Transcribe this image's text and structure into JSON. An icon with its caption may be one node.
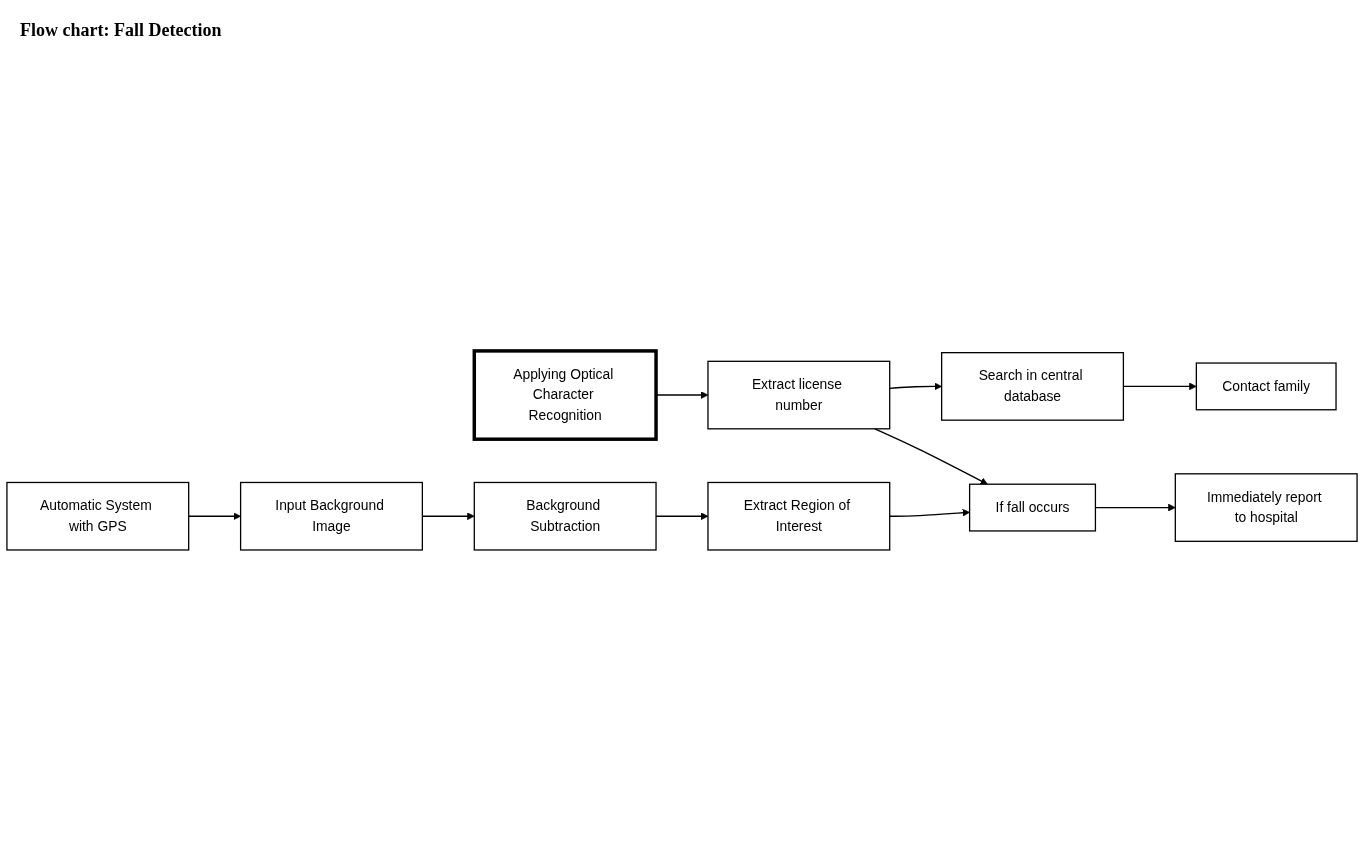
{
  "diagram": {
    "title": "Flow chart: Fall Detection",
    "nodes": [
      {
        "text": [
          "Applying Optical Character Recognition"
        ]
      },
      {
        "text": [
          "Contact family"
        ]
      },
      {
        "text": [
          "Search in central database"
        ]
      },
      {
        "text": [
          "Extract license number"
        ]
      },
      {
        "text": [
          "Input Background Image"
        ]
      },
      {
        "text": [
          "Background Subtraction"
        ]
      },
      {
        "text": [
          "Extract Region of Interest"
        ]
      },
      {
        "text": [
          "If fall occurs"
        ]
      },
      {
        "text": [
          "Immediately report to hospital"
        ]
      },
      {
        "text": [
          "Automatic System with GPS"
        ]
      }
    ],
    "edges": [
      {
        "from": 0,
        "to": 3,
        "arrow": "to"
      },
      {
        "from": 3,
        "to": 2,
        "arrow": "to"
      },
      {
        "from": 2,
        "to": 1,
        "arrow": "to"
      },
      {
        "from": 3,
        "to": 7,
        "arrow": "to"
      },
      {
        "from": 4,
        "to": 5,
        "arrow": "to"
      },
      {
        "from": 5,
        "to": 6,
        "arrow": "to"
      },
      {
        "from": 6,
        "to": 7,
        "arrow": "to"
      },
      {
        "from": 7,
        "to": 8,
        "arrow": "to"
      },
      {
        "from": 9,
        "to": 4,
        "arrow": "to"
      }
    ]
  }
}
